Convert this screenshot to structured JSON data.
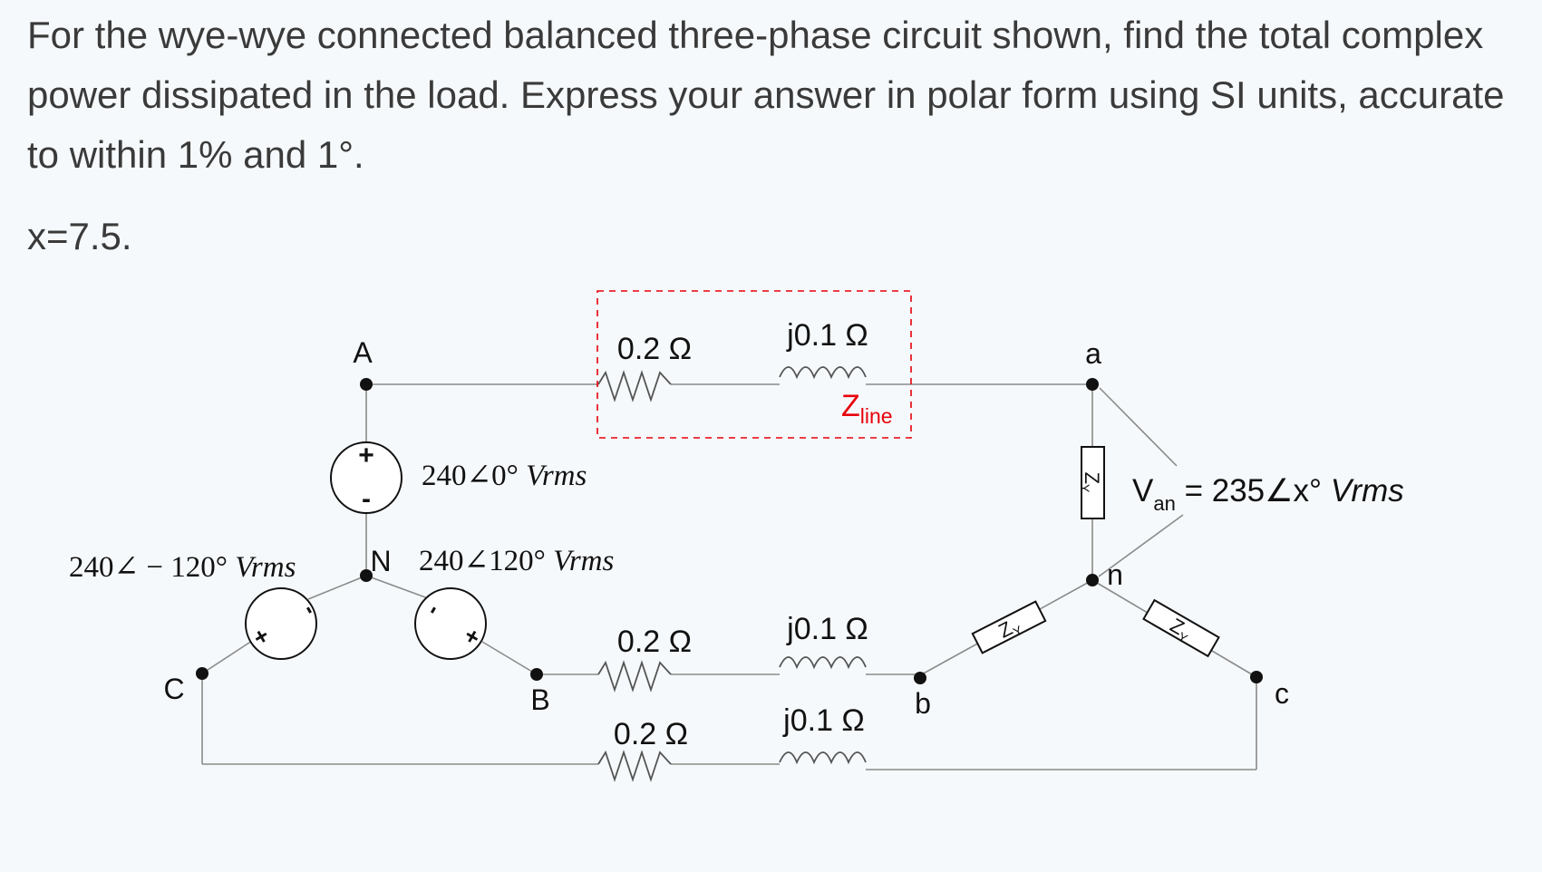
{
  "question": {
    "text": "For the wye-wye connected balanced three-phase circuit shown, find the total complex power dissipated in the load. Express your answer in polar form using SI units, accurate to within 1% and 1°.",
    "given": "x=7.5."
  },
  "circuit": {
    "nodes": {
      "source_A": "A",
      "source_B": "B",
      "source_C": "C",
      "source_N": "N",
      "load_a": "a",
      "load_b": "b",
      "load_c": "c",
      "load_n": "n"
    },
    "sources": {
      "a_value": "240∠0° ",
      "a_unit": "Vrms",
      "b_value": "240∠120° ",
      "b_unit": "Vrms",
      "c_value": "240∠ − 120° ",
      "c_unit": "Vrms",
      "plus": "+",
      "minus": "-"
    },
    "line": {
      "resistance": "0.2 Ω",
      "reactance": "j0.1 Ω",
      "zline_main": "Z",
      "zline_sub": "line"
    },
    "load": {
      "z_label": "Z",
      "z_sub": "Y",
      "van_main": "V",
      "van_sub": "an",
      "van_eq": " = 235∠x° ",
      "van_unit": "Vrms"
    },
    "colors": {
      "zline_label": "#e8000b",
      "zline_box": "#e8000b",
      "wire": "#8a8a8a"
    }
  }
}
